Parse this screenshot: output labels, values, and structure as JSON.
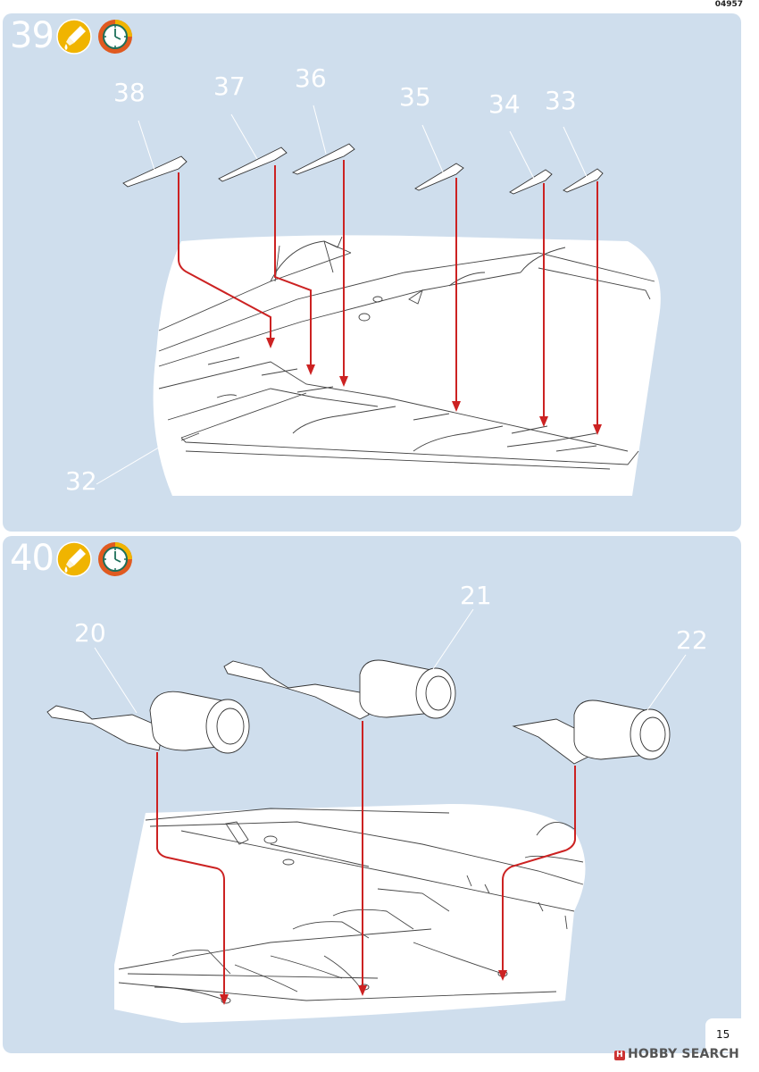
{
  "doc_code": "04957",
  "page_number": "15",
  "watermark": "HOBBY SEARCH",
  "colors": {
    "panel_bg": "#cfdeed",
    "arrow": "#cc2222",
    "glue_icon": "#f0b400",
    "clock_ring": "#e05a20"
  },
  "steps": [
    {
      "number": "39",
      "icons": [
        "glue-icon",
        "clock-icon"
      ],
      "parts": [
        "38",
        "37",
        "36",
        "35",
        "34",
        "33",
        "32"
      ]
    },
    {
      "number": "40",
      "icons": [
        "glue-icon",
        "clock-icon"
      ],
      "parts": [
        "20",
        "21",
        "22"
      ]
    }
  ]
}
